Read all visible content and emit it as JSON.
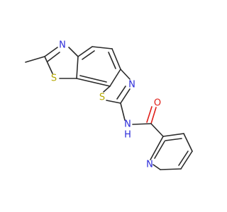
{
  "molecule": {
    "atoms": {
      "n_thiazole1": "N",
      "s_thiazole1": "S",
      "n_thiazole2": "N",
      "s_thiazole2": "S",
      "n_amide": "N",
      "h_amide": "H",
      "o_carbonyl": "O",
      "n_pyridine": "N"
    },
    "colors": {
      "carbon_bond": "#2b2b2b",
      "nitrogen": "#2b2bd9",
      "sulfur": "#b5a800",
      "oxygen": "#e0201a"
    }
  }
}
